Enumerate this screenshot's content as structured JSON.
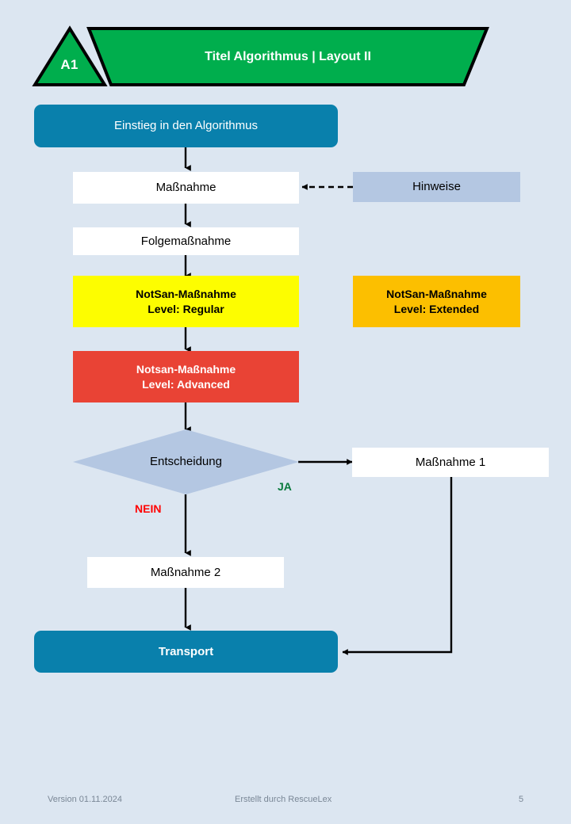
{
  "header": {
    "badge": "A1",
    "title": "Titel Algorithmus | Layout II",
    "badge_shape": "triangle",
    "banner_shape": "trapezoid",
    "color": "#00ae4d"
  },
  "palette": {
    "page_background": "#dce6f1",
    "green": "#00ae4d",
    "teal": "#0980ac",
    "white": "#ffffff",
    "hint_blue": "#b4c7e2",
    "yellow": "#fdfd00",
    "orange": "#fcbf00",
    "red": "#e94335",
    "yes_green": "#0a7a3d",
    "no_red": "#ff0000",
    "footer_gray": "#7a8796"
  },
  "nodes": {
    "start": "Einstieg in den Algorithmus",
    "measure": "Maßnahme",
    "hint": "Hinweise",
    "follow_measure": "Folgemaßnahme",
    "notsan_regular_line1": "NotSan-Maßnahme",
    "notsan_regular_line2": "Level: Regular",
    "notsan_extended_line1": "NotSan-Maßnahme",
    "notsan_extended_line2": "Level: Extended",
    "notsan_advanced_line1": "Notsan-Maßnahme",
    "notsan_advanced_line2": "Level: Advanced",
    "decision": "Entscheidung",
    "measure_1": "Maßnahme 1",
    "measure_2": "Maßnahme 2",
    "transport": "Transport"
  },
  "edges": {
    "yes": "JA",
    "no": "NEIN"
  },
  "footer": {
    "version": "Version 01.11.2024",
    "author": "Erstellt durch RescueLex",
    "page": "5"
  }
}
